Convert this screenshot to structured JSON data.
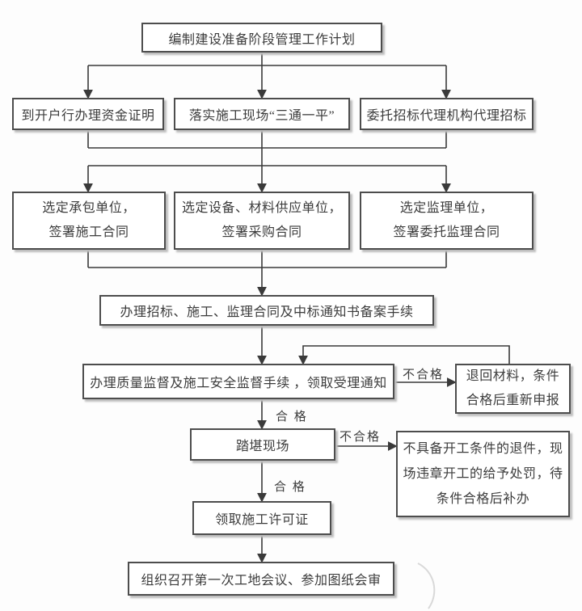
{
  "diagram": {
    "type": "flowchart",
    "language": "zh-CN",
    "nodes": {
      "plan": {
        "label": "编制建设准备阶段管理工作计划"
      },
      "fund_cert": {
        "label": "到开户行办理资金证明"
      },
      "site_prep": {
        "label": "落实施工现场“三通一平”"
      },
      "bidding_agency": {
        "label": "委托招标代理机构代理招标"
      },
      "contractor": {
        "line1": "选定承包单位，",
        "line2": "签署施工合同"
      },
      "supplier": {
        "line1": "选定设备、材料供应单位，",
        "line2": "签署采购合同"
      },
      "supervisor": {
        "line1": "选定监理单位，",
        "line2": "签署委托监理合同"
      },
      "filing": {
        "label": "办理招标、施工、监理合同及中标通知书备案手续"
      },
      "quality_safety": {
        "label": "办理质量监督及施工安全监督手续 ，领取受理通知"
      },
      "return_materials": {
        "line1": "退回材料，条件",
        "line2": "合格后重新申报"
      },
      "site_survey": {
        "label": "踏堪现场"
      },
      "reject_penalty": {
        "line1": "不具备开工条件的退件，现",
        "line2": "场违章开工的给予处罚，待",
        "line3": "条件合格后补办"
      },
      "permit": {
        "label": "领取施工许可证"
      },
      "first_meeting": {
        "label": "组织召开第一次工地会议、参加图纸会审"
      }
    },
    "edge_labels": {
      "pass1": "合 格",
      "fail1": "不合格",
      "pass2": "合 格",
      "fail2": "不合格"
    },
    "colors": {
      "line": "#3a3a3a",
      "box_border": "#4d4d4d",
      "box_fill": "#ffffff",
      "text": "#3c3c3c",
      "shadow": "#bdbdbd",
      "background": "#fdfdfd"
    }
  }
}
